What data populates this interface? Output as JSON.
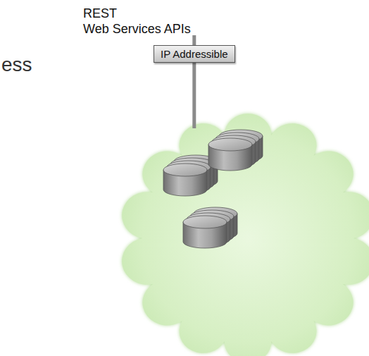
{
  "diagram": {
    "nodes": [
      {
        "text": [
          "IP Addressible"
        ]
      }
    ],
    "labels": [
      "REST",
      "Web Services APIs",
      "ess"
    ]
  }
}
